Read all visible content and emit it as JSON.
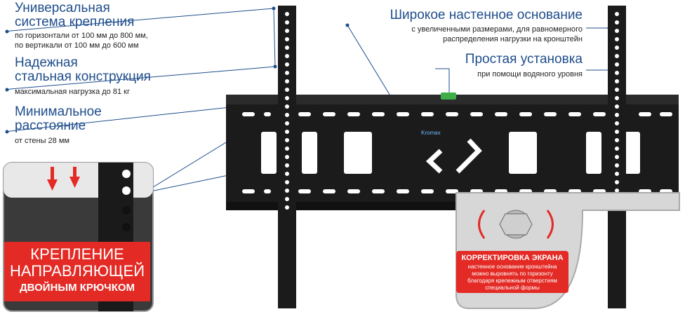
{
  "features": {
    "mount_system": {
      "title_line1": "Универсальная",
      "title_line2": "система крепления",
      "detail_line1": "по горизонтали от 100 мм до 800 мм,",
      "detail_line2": "по вертикали от 100 мм до 600 мм"
    },
    "steel": {
      "title_line1": "Надежная",
      "title_line2": "стальная конструкция",
      "detail": "максимальная нагрузка до 81 кг"
    },
    "distance": {
      "title_line1": "Минимальное",
      "title_line2": "расстояние",
      "detail": "от стены 28 мм"
    },
    "wide_base": {
      "title": "Широкое настенное основание",
      "detail_line1": "с увеличенными размерами, для равномерного",
      "detail_line2": "распределения нагрузки на кронштейн"
    },
    "install": {
      "title": "Простая установка",
      "detail": "при помощи водяного уровня"
    }
  },
  "hook_inset": {
    "line1": "КРЕПЛЕНИЕ",
    "line2": "НАПРАВЛЯЮЩЕЙ",
    "line3": "ДВОЙНЫМ КРЮЧКОМ"
  },
  "adjust_inset": {
    "title": "КОРРЕКТИРОВКА ЭКРАНА",
    "line1": "настенное основание кронштейна",
    "line2": "можно выровнять по горизонту",
    "line3": "благодаря крепежным отверстиям",
    "line4": "специальной формы"
  },
  "brand": "Kromax",
  "colors": {
    "heading": "#1f4e8c",
    "accent_red": "#e32a25",
    "metal": "#1b1b1b"
  }
}
